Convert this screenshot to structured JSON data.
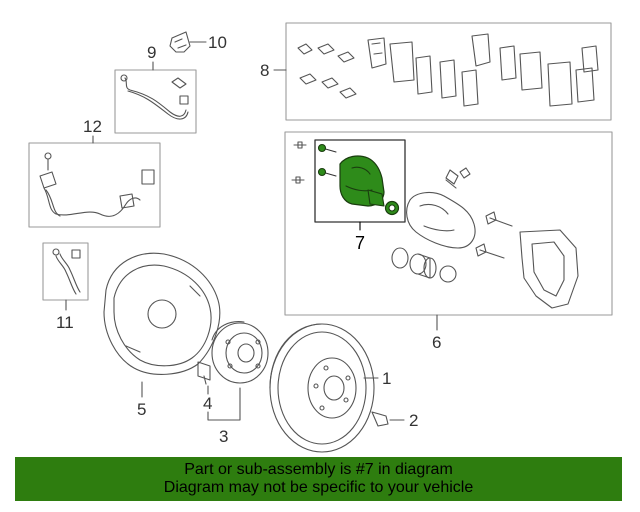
{
  "colors": {
    "highlight": "#2e8b1a",
    "banner": "#2e7d0f",
    "line": "#555555",
    "box": "#9a9a9a"
  },
  "callouts": {
    "c1": "1",
    "c2": "2",
    "c3": "3",
    "c4": "4",
    "c5": "5",
    "c6": "6",
    "c7": "7",
    "c8": "8",
    "c9": "9",
    "c10": "10",
    "c11": "11",
    "c12": "12"
  },
  "banner": {
    "line1": "Part or sub-assembly is #7 in diagram",
    "line2": "Diagram may not be specific to your vehicle"
  }
}
